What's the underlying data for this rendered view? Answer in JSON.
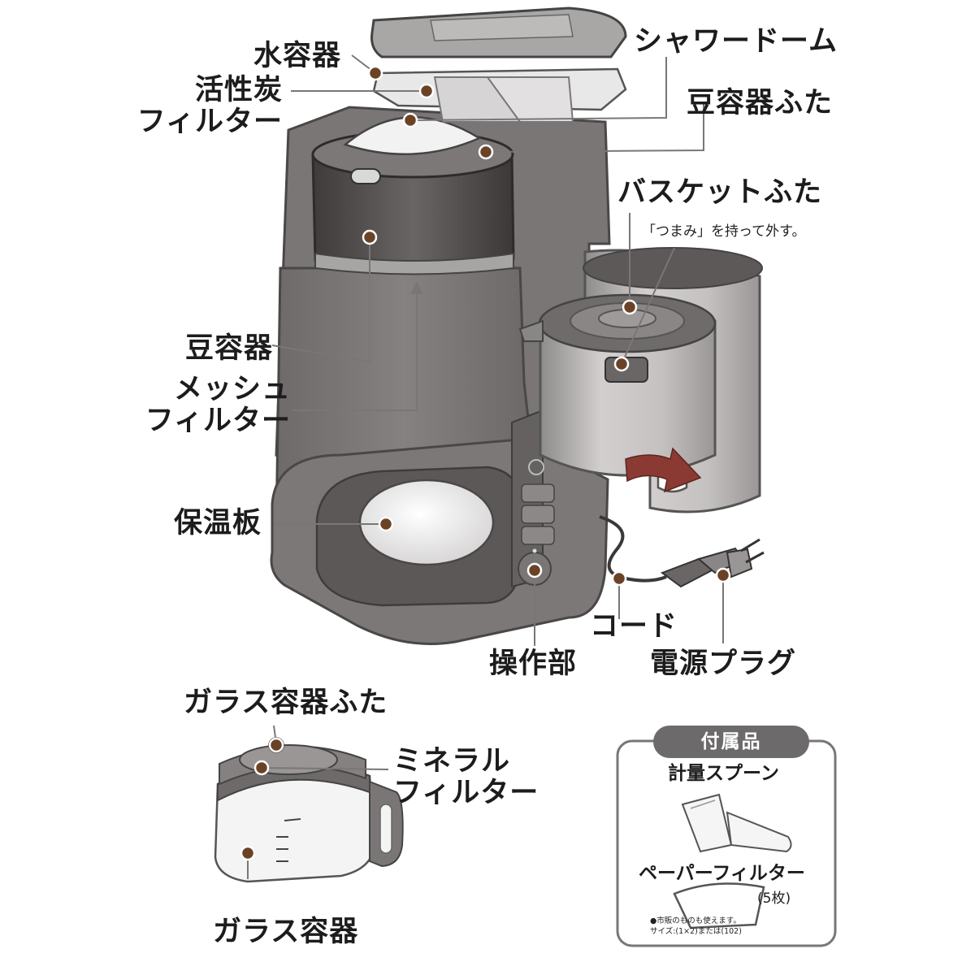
{
  "labels": {
    "water_container": "水容器",
    "charcoal_filter_line1": "活性炭",
    "charcoal_filter_line2": "フィルター",
    "shower_dome": "シャワードーム",
    "bean_container_lid": "豆容器ふた",
    "basket_lid": "バスケットふた",
    "basket_lid_note": "「つまみ」を持って外す。",
    "bean_container": "豆容器",
    "mesh_filter_line1": "メッシュ",
    "mesh_filter_line2": "フィルター",
    "warming_plate": "保温板",
    "cord": "コード",
    "control_panel": "操作部",
    "power_plug": "電源プラグ",
    "glass_container_lid": "ガラス容器ふた",
    "mineral_filter_line1": "ミネラル",
    "mineral_filter_line2": "フィルター",
    "glass_container": "ガラス容器"
  },
  "accessories": {
    "title": "付属品",
    "measuring_spoon": "計量スプーン",
    "paper_filter": "ペーパーフィルター",
    "paper_filter_qty": "(5枚)",
    "note_line1": "●市販のものも使えます。",
    "note_line2": "サイズ:(1×2)または(102)"
  },
  "colors": {
    "marker": "#6b4226",
    "arrow": "#8b3a33",
    "body": "#767272",
    "body_dark": "#5f5b5b",
    "steel": "#b9b6b5",
    "badge": "#6d6a6b"
  }
}
